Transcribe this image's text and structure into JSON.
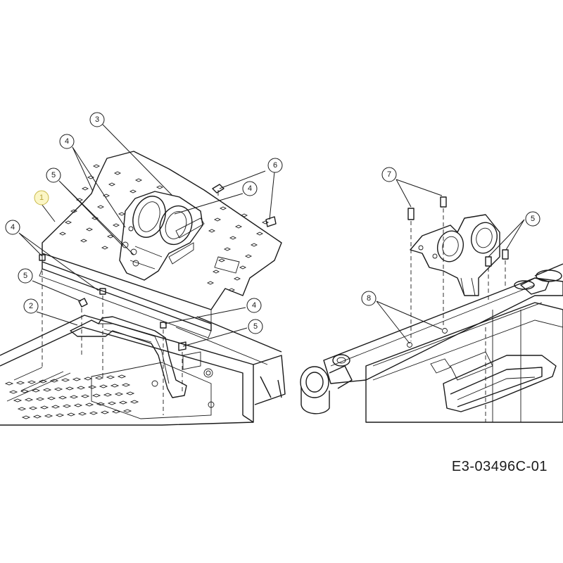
{
  "drawing_id": "E3-03496C-01",
  "colors": {
    "line": "#1a1a1a",
    "highlight": "#f2e27a",
    "background": "#ffffff"
  },
  "callouts": [
    {
      "id": "c1",
      "label": "1",
      "highlight": true
    },
    {
      "id": "c2",
      "label": "2"
    },
    {
      "id": "c3",
      "label": "3"
    },
    {
      "id": "c4a",
      "label": "4"
    },
    {
      "id": "c4b",
      "label": "4"
    },
    {
      "id": "c4c",
      "label": "4"
    },
    {
      "id": "c4d",
      "label": "4"
    },
    {
      "id": "c5a",
      "label": "5"
    },
    {
      "id": "c5b",
      "label": "5"
    },
    {
      "id": "c5c",
      "label": "5"
    },
    {
      "id": "c5d",
      "label": "5"
    },
    {
      "id": "c6",
      "label": "6"
    },
    {
      "id": "c7",
      "label": "7"
    },
    {
      "id": "c8",
      "label": "8"
    }
  ]
}
